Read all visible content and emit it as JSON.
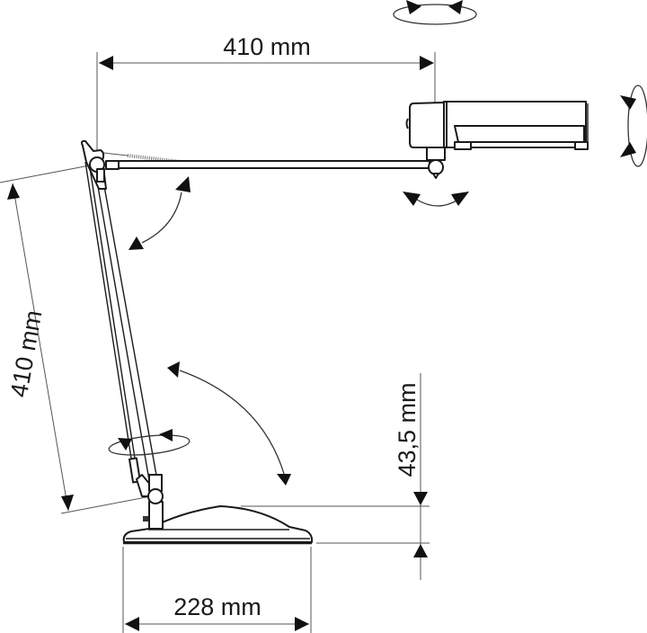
{
  "diagram": {
    "subject": "Desk lamp dimensional drawing",
    "dimensions": {
      "upper_arm_length": {
        "label": "410 mm",
        "orientation": "horizontal"
      },
      "lower_arm_length": {
        "label": "410 mm",
        "orientation": "rotated"
      },
      "base_height": {
        "label": "43,5 mm",
        "orientation": "vertical"
      },
      "base_diameter": {
        "label": "228 mm",
        "orientation": "horizontal"
      }
    },
    "motion_indicators": [
      {
        "name": "head-swivel-horizontal",
        "type": "rotation-ellipse"
      },
      {
        "name": "head-tilt-vertical",
        "type": "rotation-ellipse"
      },
      {
        "name": "head-pivot",
        "type": "arc"
      },
      {
        "name": "elbow-joint",
        "type": "arc"
      },
      {
        "name": "base-joint",
        "type": "arc"
      },
      {
        "name": "arm-rotation",
        "type": "rotation-ellipse"
      }
    ],
    "colors": {
      "line": "#1a1a1a",
      "dimension_line": "#555555",
      "background": "#ffffff"
    }
  }
}
